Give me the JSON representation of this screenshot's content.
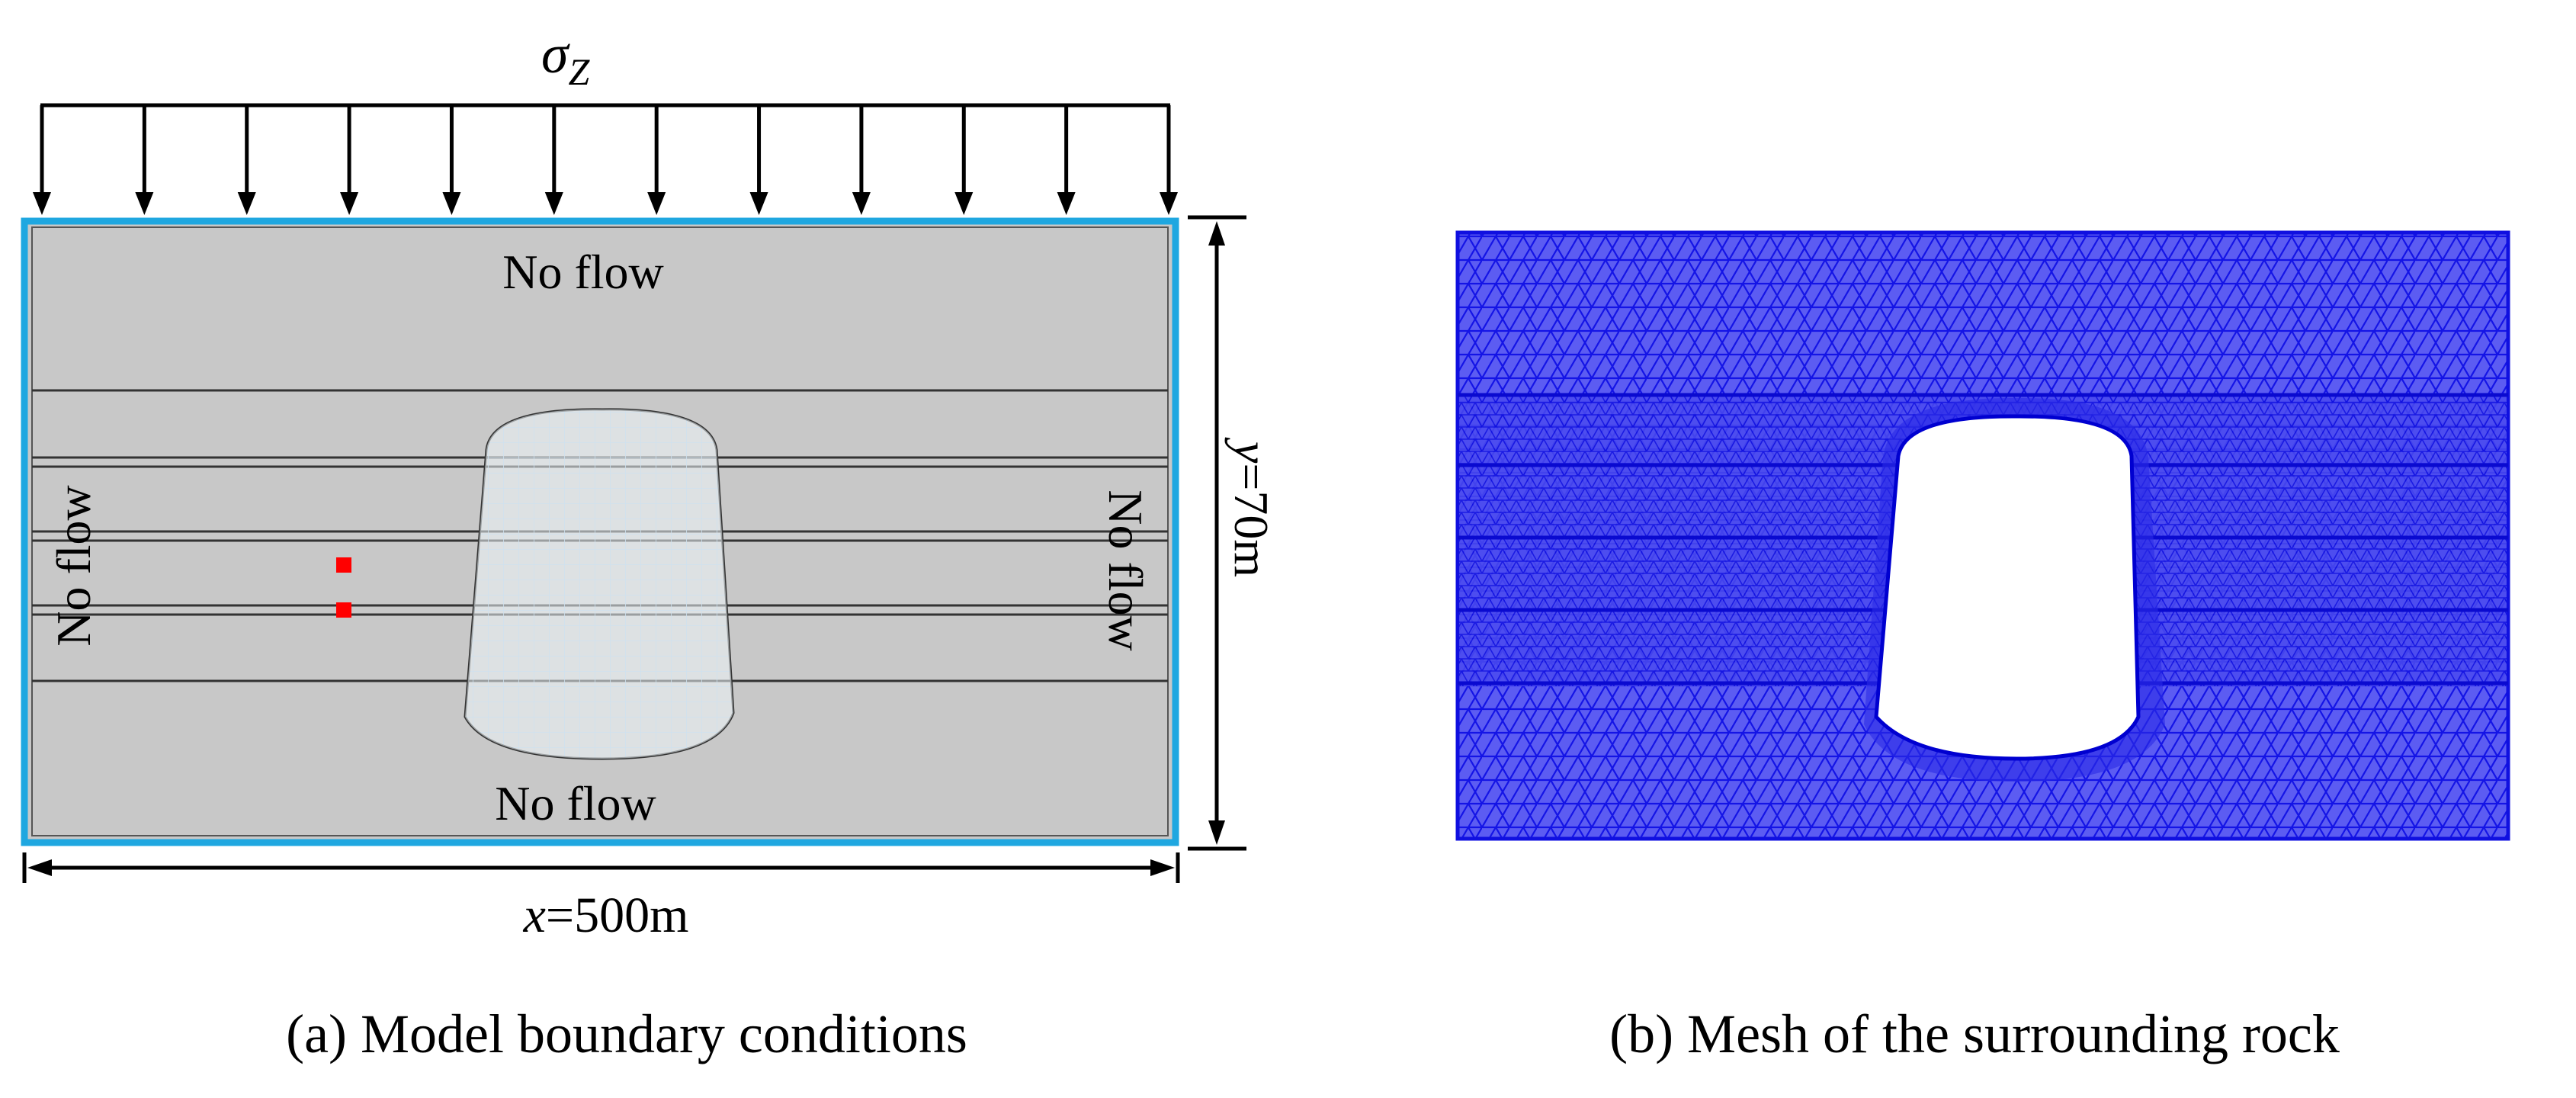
{
  "panel_a": {
    "load_symbol": "σ",
    "load_subscript": "Z",
    "top_boundary": "No flow",
    "bottom_boundary": "No flow",
    "left_boundary": "No flow",
    "right_boundary": "No flow",
    "width_var": "x",
    "width_value": "=500m",
    "height_var": "y",
    "height_value": "=70m",
    "caption": "(a) Model boundary conditions",
    "colors": {
      "rock": "#c8c8c8",
      "boundary": "#1fa7e0",
      "monitor_points": "#ff0000",
      "excavation": "#eef6fa"
    }
  },
  "panel_b": {
    "caption": "(b) Mesh of the surrounding rock",
    "colors": {
      "mesh": "#1010e0",
      "mesh_fill": "#5a5af0"
    }
  }
}
